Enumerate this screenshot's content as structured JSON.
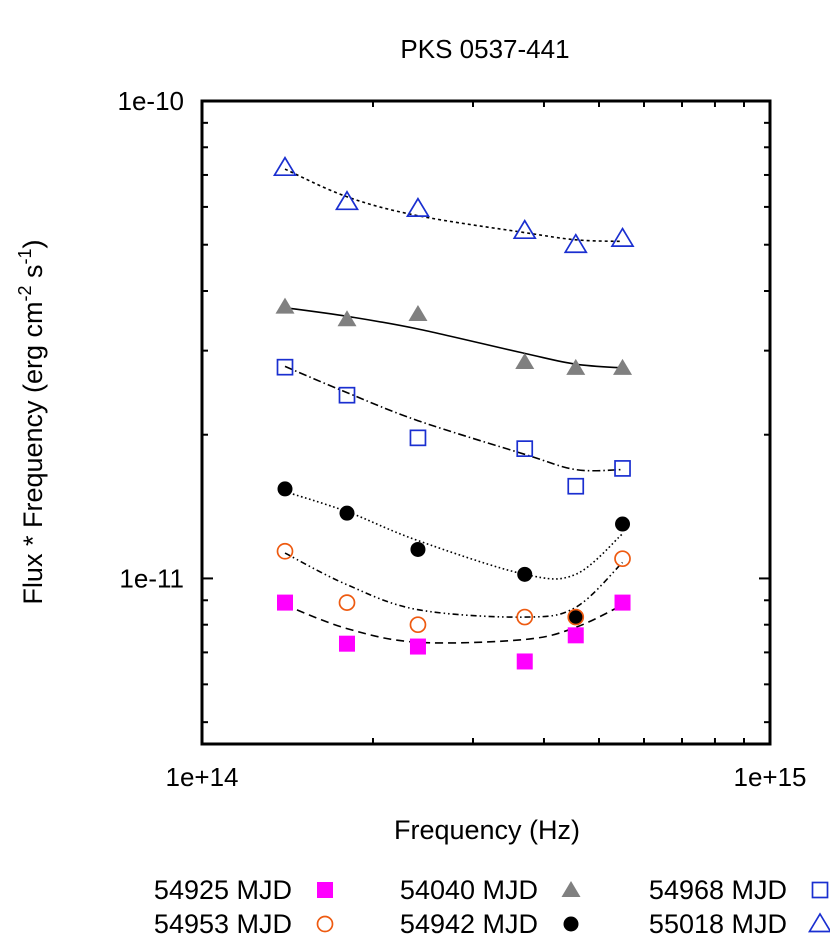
{
  "chart_data": {
    "type": "scatter",
    "title": "PKS 0537-441",
    "xlabel": "Frequency (Hz)",
    "ylabel": {
      "main": "Flux * Frequency  (erg cm",
      "exp1": "-2",
      "mid": " s",
      "exp2": "-1",
      "end": ")"
    },
    "xscale": "log",
    "yscale": "log",
    "xlim": [
      100000000000000.0,
      1000000000000000.0
    ],
    "ylim": [
      4.5e-12,
      1e-10
    ],
    "xticks": [
      {
        "value": 100000000000000.0,
        "label": "1e+14"
      },
      {
        "value": 1000000000000000.0,
        "label": "1e+15"
      }
    ],
    "yticks": [
      {
        "value": 1e-11,
        "label": "1e-11"
      },
      {
        "value": 1e-10,
        "label": "1e-10"
      }
    ],
    "x": [
      140000000000000.0,
      180000000000000.0,
      240000000000000.0,
      370000000000000.0,
      455000000000000.0,
      550000000000000.0
    ],
    "legend_position": "bottom",
    "series": [
      {
        "name": "54925 MJD",
        "marker": "filled-square",
        "color": "#ff00ff",
        "line": "dashed",
        "values": [
          8.9e-12,
          7.3e-12,
          7.2e-12,
          6.7e-12,
          7.6e-12,
          8.9e-12
        ],
        "fit": [
          8.8e-12,
          7.85e-12,
          7.35e-12,
          7.45e-12,
          7.9e-12,
          8.8e-12
        ]
      },
      {
        "name": "54942 MJD",
        "marker": "filled-circle",
        "color": "#000000",
        "line": "dotted",
        "values": [
          1.54e-11,
          1.37e-11,
          1.15e-11,
          1.02e-11,
          8.3e-12,
          1.3e-11
        ],
        "fit": [
          1.52e-11,
          1.38e-11,
          1.2e-11,
          1.02e-11,
          1.02e-11,
          1.24e-11
        ]
      },
      {
        "name": "54953 MJD",
        "marker": "open-circle",
        "color": "#ee5a10",
        "line": "dash-dot-dot",
        "values": [
          1.14e-11,
          8.9e-12,
          8e-12,
          8.3e-12,
          8.3e-12,
          1.1e-11
        ],
        "fit": [
          1.13e-11,
          9.7e-12,
          8.6e-12,
          8.3e-12,
          8.7e-12,
          1.08e-11
        ]
      },
      {
        "name": "54968 MJD",
        "marker": "open-square",
        "color": "#1a2fd0",
        "line": "dash-dot",
        "values": [
          2.77e-11,
          2.42e-11,
          1.97e-11,
          1.87e-11,
          1.56e-11,
          1.7e-11
        ],
        "fit": [
          2.78e-11,
          2.45e-11,
          2.14e-11,
          1.82e-11,
          1.69e-11,
          1.69e-11
        ]
      },
      {
        "name": "54040 MJD",
        "marker": "filled-triangle",
        "color": "#808080",
        "line": "solid",
        "values": [
          3.71e-11,
          3.49e-11,
          3.58e-11,
          2.84e-11,
          2.76e-11,
          2.76e-11
        ],
        "fit": [
          3.69e-11,
          3.54e-11,
          3.33e-11,
          2.96e-11,
          2.81e-11,
          2.76e-11
        ]
      },
      {
        "name": "55018 MJD",
        "marker": "open-triangle",
        "color": "#1a2fd0",
        "line": "short-dotted",
        "values": [
          7.25e-11,
          6.15e-11,
          5.95e-11,
          5.35e-11,
          5e-11,
          5.15e-11
        ],
        "fit": [
          7.2e-11,
          6.3e-11,
          5.75e-11,
          5.3e-11,
          5.12e-11,
          5.08e-11
        ]
      }
    ],
    "legend_order": [
      0,
      2,
      4,
      1,
      3,
      5
    ]
  }
}
